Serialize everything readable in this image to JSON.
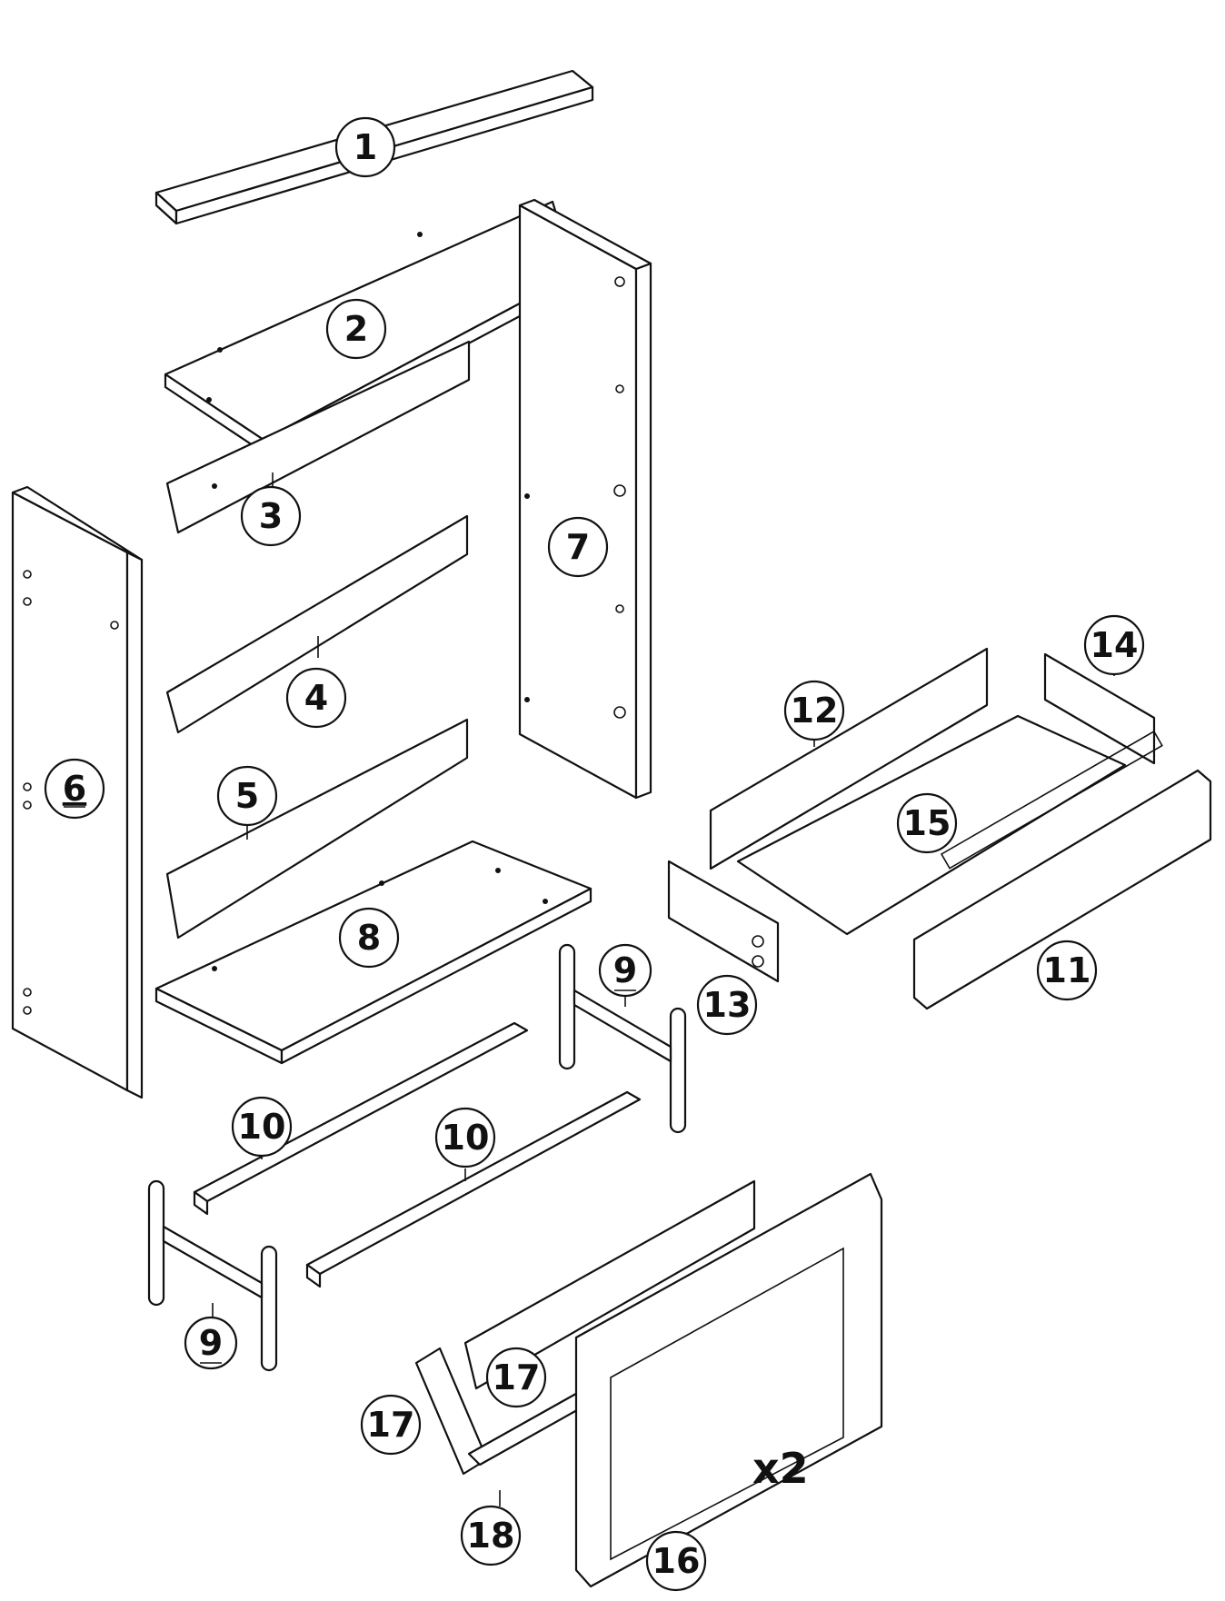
{
  "parts": [
    {
      "label": "1",
      "underline": false
    },
    {
      "label": "2",
      "underline": false
    },
    {
      "label": "3",
      "underline": false
    },
    {
      "label": "4",
      "underline": false
    },
    {
      "label": "5",
      "underline": false
    },
    {
      "label": "6",
      "underline": true
    },
    {
      "label": "7",
      "underline": false
    },
    {
      "label": "8",
      "underline": false
    },
    {
      "label": "9",
      "underline": true
    },
    {
      "label": "9",
      "underline": true
    },
    {
      "label": "10",
      "underline": false
    },
    {
      "label": "10",
      "underline": false
    },
    {
      "label": "11",
      "underline": false
    },
    {
      "label": "12",
      "underline": false
    },
    {
      "label": "13",
      "underline": false
    },
    {
      "label": "14",
      "underline": false
    },
    {
      "label": "15",
      "underline": false
    },
    {
      "label": "16",
      "underline": false
    },
    {
      "label": "17",
      "underline": false
    },
    {
      "label": "17",
      "underline": false
    },
    {
      "label": "18",
      "underline": false
    }
  ],
  "quantity_note": "x2"
}
